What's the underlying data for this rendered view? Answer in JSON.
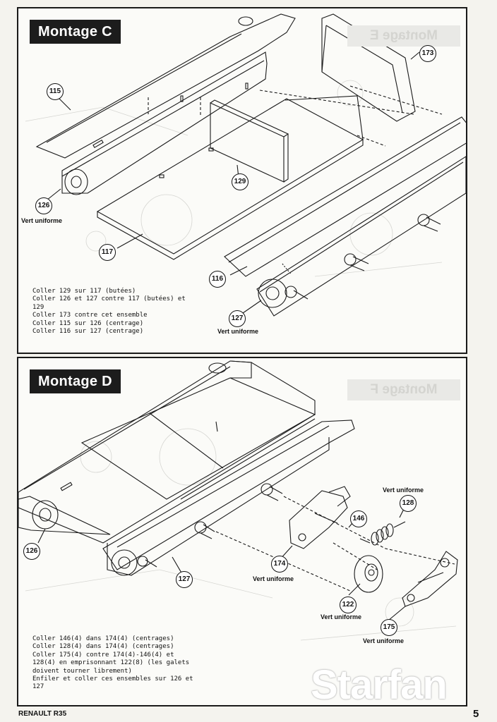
{
  "panels": {
    "c": {
      "title": "Montage C",
      "ghost_title": "Montage E",
      "callouts": [
        "115",
        "126",
        "117",
        "129",
        "173",
        "116",
        "127"
      ],
      "captions": [
        "Vert uniforme",
        "Vert uniforme"
      ],
      "notes": "Coller 129 sur 117 (butées)\nColler 126 et 127 contre 117 (butées) et\n129\nColler 173 contre cet ensemble\nColler 115 sur 126 (centrage)\nColler 116 sur 127 (centrage)"
    },
    "d": {
      "title": "Montage D",
      "ghost_title": "Montage F",
      "callouts": [
        "126",
        "127",
        "128",
        "146",
        "174",
        "122",
        "175"
      ],
      "captions": [
        "Vert uniforme",
        "Vert uniforme",
        "Vert uniforme",
        "Vert uniforme"
      ],
      "notes": "Coller 146(4) dans 174(4) (centrages)\nColler 128(4) dans 174(4) (centrages)\nColler 175(4) contre 174(4)-146(4) et\n128(4) en emprisonnant 122(8) (les galets\ndoivent tourner librement)\nEnfiler et coller ces ensembles sur 126 et\n127"
    }
  },
  "footer": {
    "model": "RENAULT R35",
    "page_number": "5",
    "watermark": "Starfan"
  },
  "colors": {
    "ink": "#111111",
    "paper": "#fbfbf8",
    "tag": "#1c1c1c"
  }
}
